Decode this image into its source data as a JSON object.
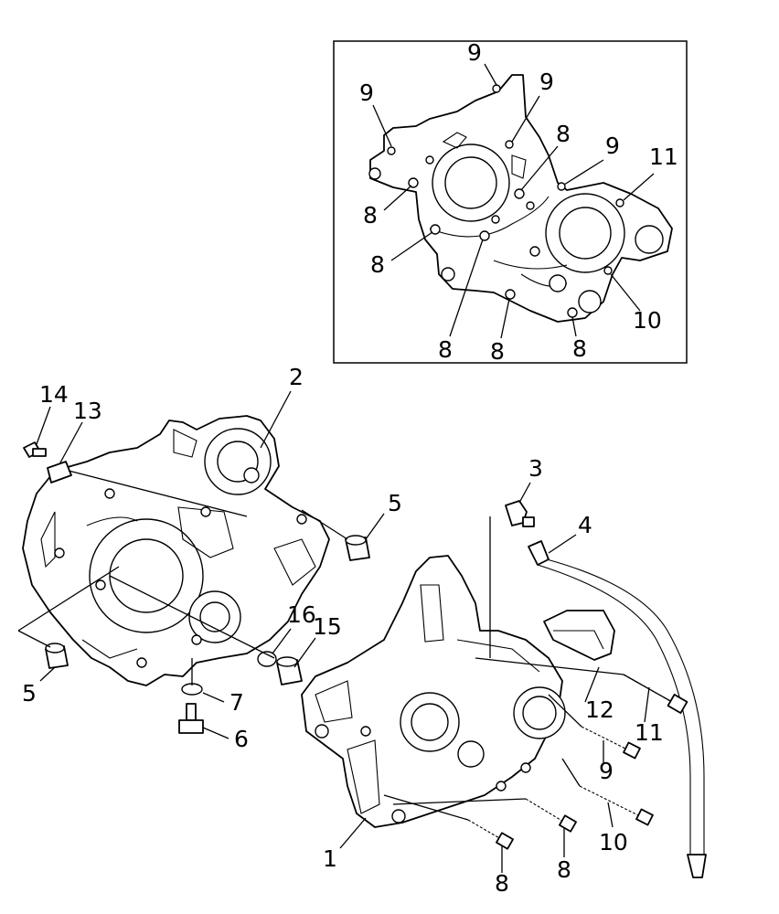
{
  "diagram": {
    "inset": {
      "labels": [
        "9",
        "9",
        "9",
        "8",
        "9",
        "11",
        "8",
        "8",
        "10",
        "8",
        "8",
        "8"
      ]
    },
    "main": {
      "labels": [
        "14",
        "13",
        "2",
        "5",
        "3",
        "4",
        "16",
        "15",
        "5",
        "7",
        "6",
        "12",
        "11",
        "9",
        "10",
        "1",
        "8",
        "8"
      ]
    }
  }
}
